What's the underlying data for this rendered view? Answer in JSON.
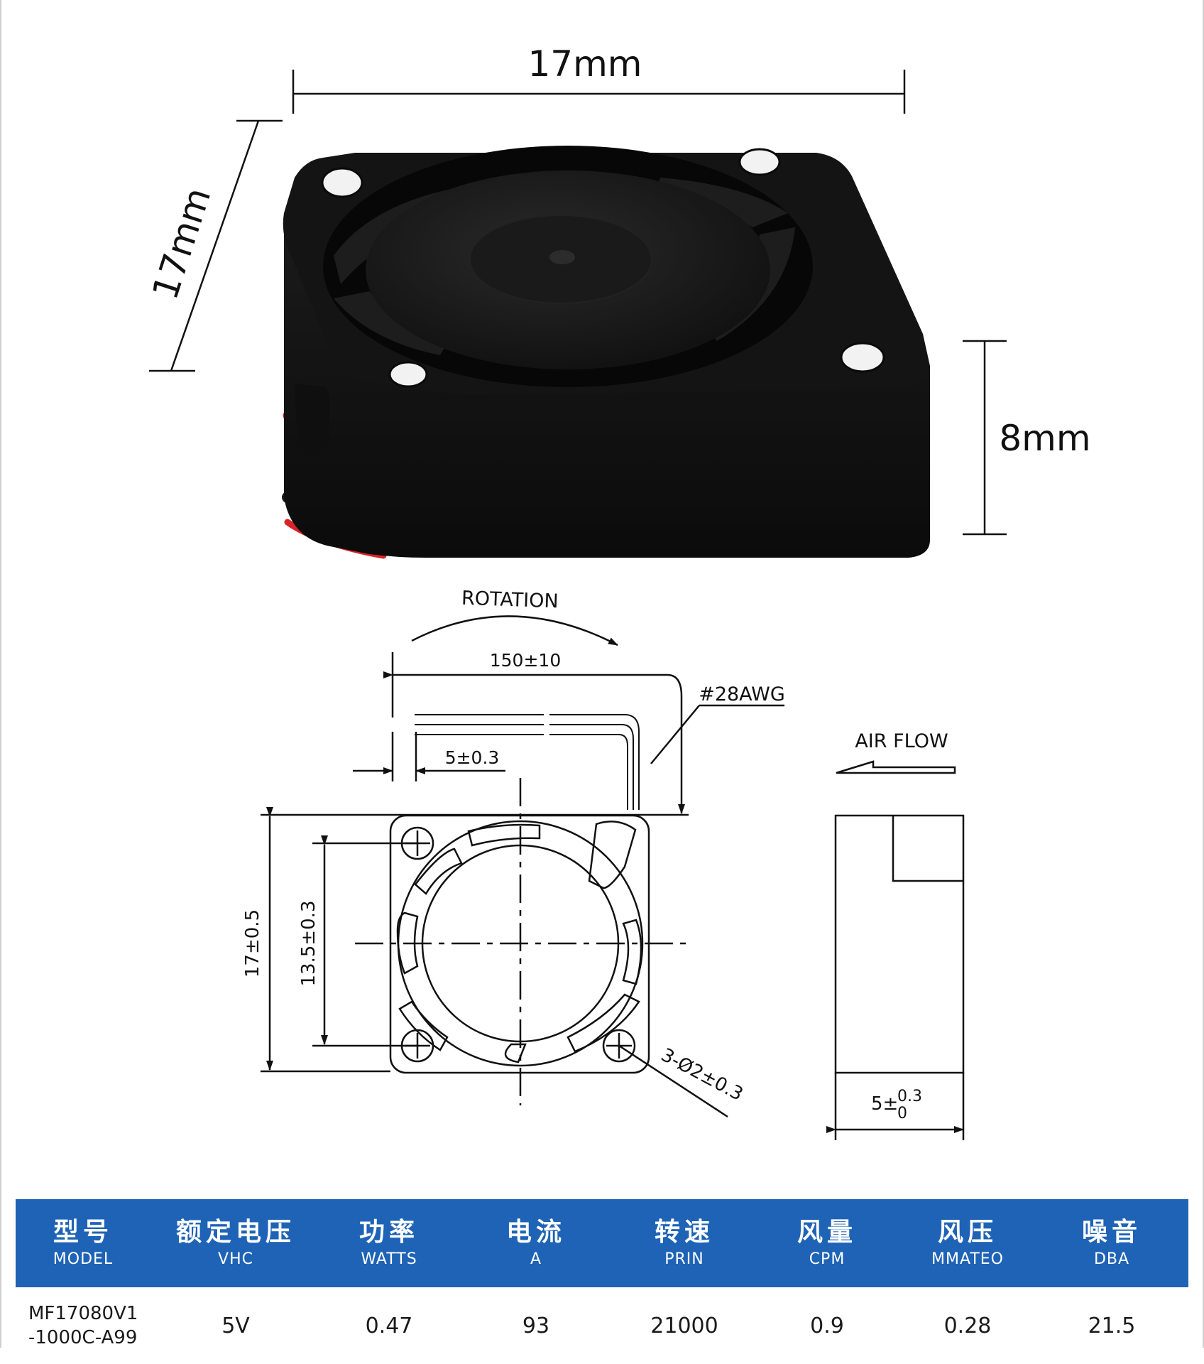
{
  "photo": {
    "width_label": "17mm",
    "depth_label": "17mm",
    "height_label": "8mm"
  },
  "drawing": {
    "rotation_label": "ROTATION",
    "lead_length_label": "150±10",
    "wire_gauge_label": "#28AWG",
    "strip_length_label": "5±0.3",
    "airflow_label": "AIR FLOW",
    "frame_size_label": "17±0.5",
    "hole_spacing_label": "13.5±0.3",
    "hole_dia_label": "3-Ø2±0.3",
    "thickness_label_main": "5±",
    "thickness_tol_upper": "0.3",
    "thickness_tol_lower": "0"
  },
  "colors": {
    "header_blue": "#1e63b6",
    "fan_black": "#151515",
    "wire_red": "#d8232a",
    "line": "#111111"
  },
  "table": {
    "columns": [
      {
        "cn": "型号",
        "en": "MODEL"
      },
      {
        "cn": "额定电压",
        "en": "VHC"
      },
      {
        "cn": "功率",
        "en": "WATTS"
      },
      {
        "cn": "电流",
        "en": "A"
      },
      {
        "cn": "转速",
        "en": "PRIN"
      },
      {
        "cn": "风量",
        "en": "CPM"
      },
      {
        "cn": "风压",
        "en": "MMATEO"
      },
      {
        "cn": "噪音",
        "en": "DBA"
      }
    ],
    "row": {
      "model": "MF17080V1\n-1000C-A99",
      "voltage": "5V",
      "watts": "0.47",
      "current": "93",
      "speed": "21000",
      "airflow": "0.9",
      "pressure": "0.28",
      "noise": "21.5"
    }
  }
}
